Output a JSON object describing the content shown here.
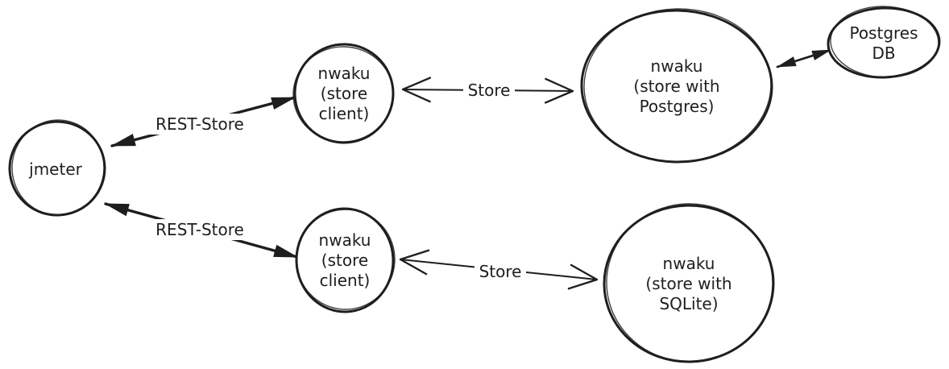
{
  "canvas": {
    "background": "#ffffff",
    "stroke_color": "#1e1e1e"
  },
  "nodes": {
    "jmeter": {
      "label": "jmeter"
    },
    "store_client_top": {
      "line1": "nwaku",
      "line2": "(store",
      "line3": "client)"
    },
    "store_client_bottom": {
      "line1": "nwaku",
      "line2": "(store",
      "line3": "client)"
    },
    "nwaku_postgres": {
      "line1": "nwaku",
      "line2": "(store with",
      "line3": "Postgres)"
    },
    "nwaku_sqlite": {
      "line1": "nwaku",
      "line2": "(store with",
      "line3": "SQLite)"
    },
    "postgres_db": {
      "line1": "Postgres",
      "line2": "DB"
    }
  },
  "edges": {
    "rest_store_top": {
      "label": "REST-Store"
    },
    "rest_store_bottom": {
      "label": "REST-Store"
    },
    "store_top": {
      "label": "Store"
    },
    "store_bottom": {
      "label": "Store"
    }
  }
}
